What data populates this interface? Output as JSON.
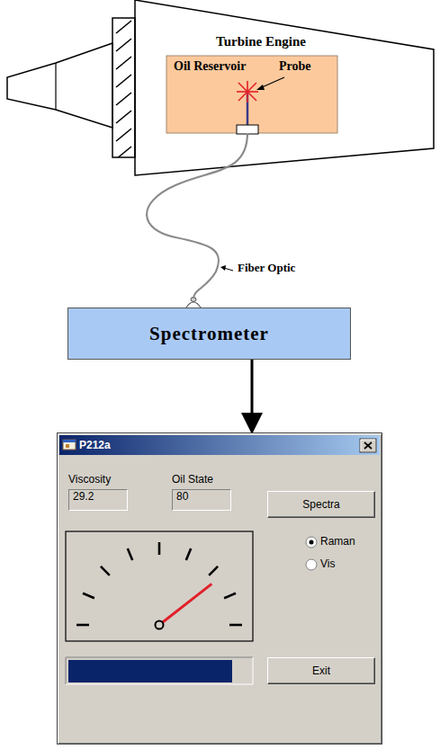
{
  "diagram": {
    "nodes": [
      {
        "text": [
          "Turbine Engine"
        ]
      },
      {
        "text": [
          "Oil Reservoir"
        ],
        "in": 0
      },
      {
        "text": [
          "Spectrometer"
        ]
      },
      {
        "text": [
          "P212a"
        ]
      },
      {
        "text": [
          "Viscosity",
          "29.2"
        ],
        "in": 3
      },
      {
        "text": [
          "Oil State",
          "80"
        ],
        "in": 3
      },
      {
        "text": [
          "Spectra"
        ],
        "in": 3
      },
      {
        "text": [
          "Exit"
        ],
        "in": 3
      }
    ],
    "edges": [
      {
        "from": 1,
        "to": 2,
        "arrow": "none",
        "label": "Fiber Optic"
      },
      {
        "from": 2,
        "to": 3,
        "arrow": "to"
      }
    ],
    "labels": [
      "Probe",
      "Raman",
      "Vis"
    ]
  }
}
